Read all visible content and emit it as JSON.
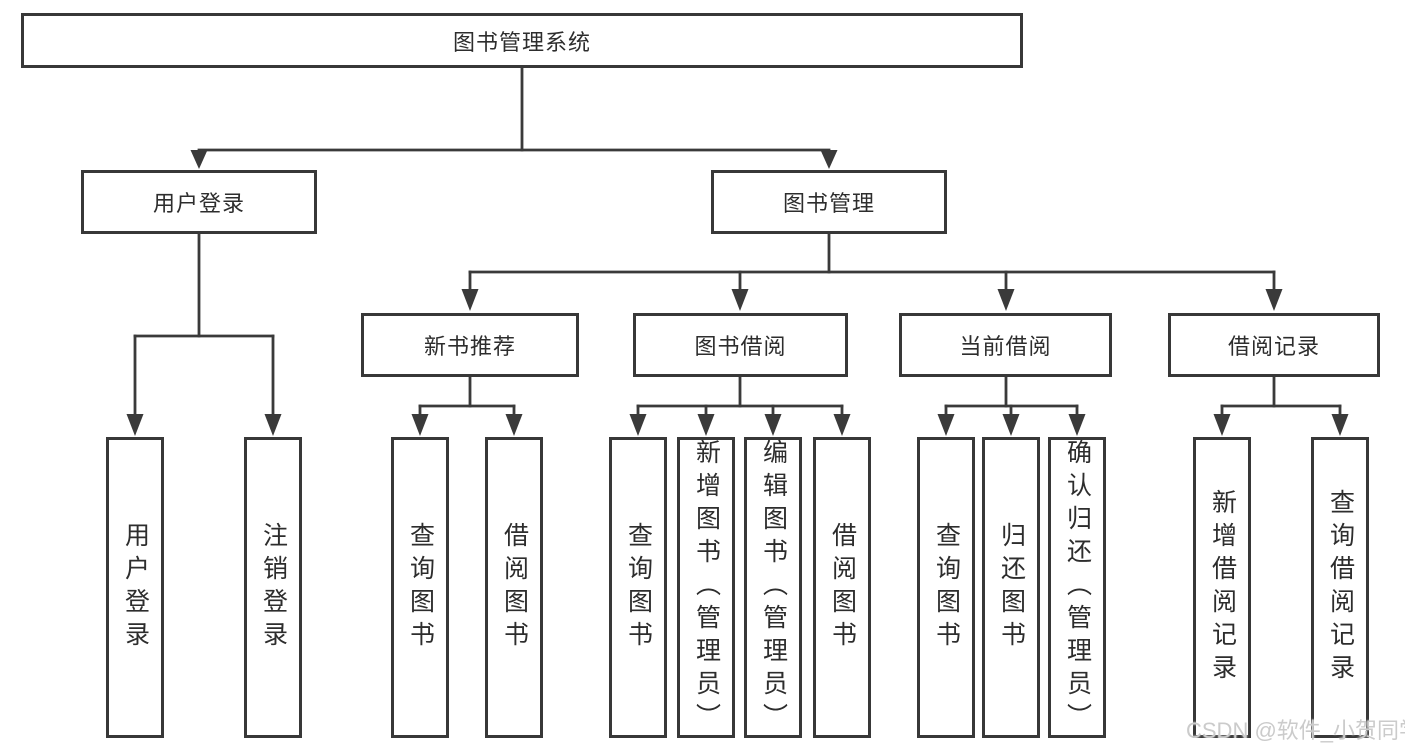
{
  "diagram": {
    "title": "图书管理系统",
    "level2": {
      "user_login": "用户登录",
      "book_mgmt": "图书管理"
    },
    "level3": {
      "new_book_rec": "新书推荐",
      "book_borrow": "图书借阅",
      "current_borrow": "当前借阅",
      "borrow_records": "借阅记录"
    },
    "leaves": {
      "user_login": "用户登录",
      "logout": "注销登录",
      "newrec_query_book": "查询图书",
      "newrec_borrow_book": "借阅图书",
      "borrow_query_book": "查询图书",
      "borrow_add_book": "新增图书（管理员）",
      "borrow_edit_book": "编辑图书（管理员）",
      "borrow_borrow_book": "借阅图书",
      "current_query_book": "查询图书",
      "current_return_book": "归还图书",
      "current_confirm_return": "确认归还（管理员）",
      "records_add_record": "新增借阅记录",
      "records_query_record": "查询借阅记录"
    }
  },
  "watermark": {
    "text": "CSDN @软件_小贺同学"
  },
  "colors": {
    "line": "#3a3a3a",
    "border": "#383838",
    "text": "#2d2d2d",
    "watermark": "#cbcbcb",
    "background": "#ffffff"
  }
}
